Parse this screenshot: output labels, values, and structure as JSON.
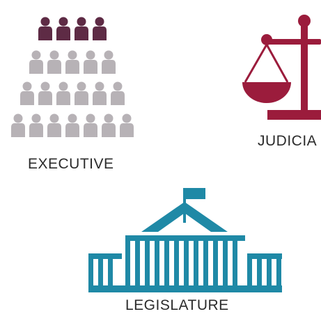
{
  "labels": {
    "executive": "EXECUTIVE",
    "judiciary": "JUDICIA",
    "legislature": "LEGISLATURE"
  },
  "colors": {
    "leader_people": "#5e2b45",
    "other_people": "#b7b2b6",
    "scales": "#9b1c3c",
    "parliament": "#1f89a6",
    "label_text": "#2b2b2b"
  },
  "icons": {
    "executive": "people-pyramid-icon",
    "judiciary": "scales-of-justice-icon",
    "legislature": "parliament-house-icon"
  }
}
